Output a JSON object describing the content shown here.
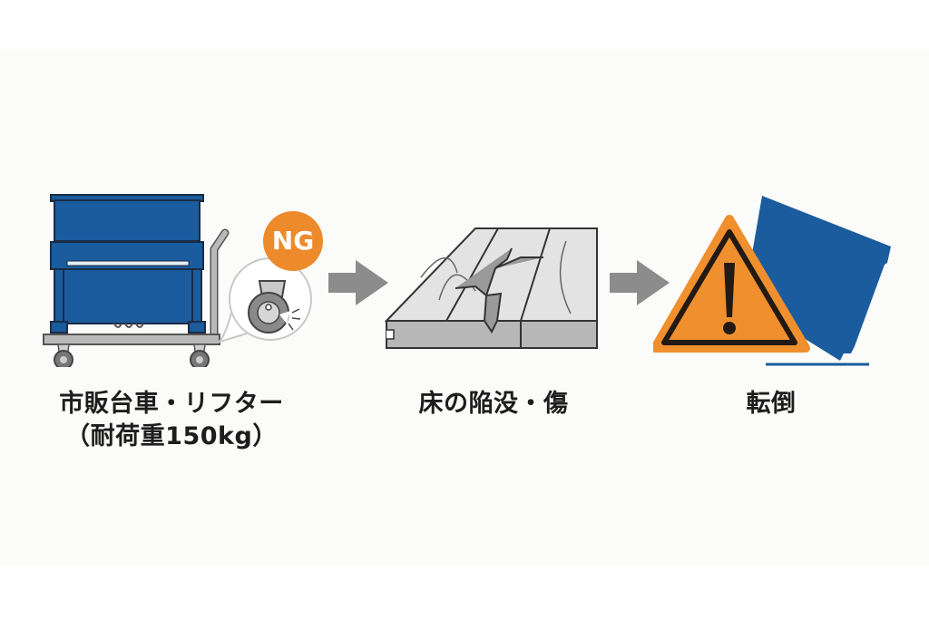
{
  "diagram": {
    "steps": [
      {
        "id": "cart",
        "label_line1": "市販台車・リフター",
        "label_line2": "（耐荷重150kg）",
        "badge": "NG",
        "illustration": "piano-on-hand-cart-with-broken-caster",
        "icons": [
          "piano-icon",
          "hand-cart-icon",
          "broken-caster-icon",
          "ng-badge-icon"
        ]
      },
      {
        "id": "floor",
        "label_line1": "床の陥没・傷",
        "illustration": "cracked-wooden-floor-board",
        "icons": [
          "cracked-floor-icon"
        ]
      },
      {
        "id": "tipover",
        "label_line1": "転倒",
        "illustration": "warning-triangle-with-tipping-piano",
        "icons": [
          "warning-triangle-icon",
          "tipping-piano-icon"
        ]
      }
    ],
    "arrows": [
      "arrow-right-icon",
      "arrow-right-icon"
    ]
  },
  "colors": {
    "piano_blue": "#1a5c9e",
    "badge_orange": "#ec8a2c",
    "warning_orange": "#ef8f2e",
    "arrow_gray": "#8c8c8c",
    "frame_gray": "#b9b9b9",
    "text": "#1d1d1d",
    "background": "#fbfbf9"
  }
}
